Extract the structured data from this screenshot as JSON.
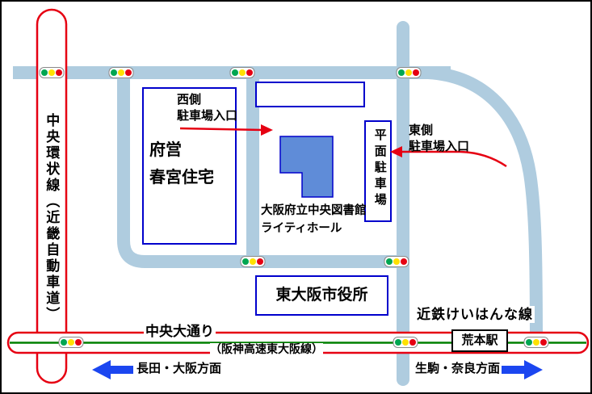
{
  "colors": {
    "road_blue": "#afccdf",
    "route_red": "#e60012",
    "rail_green": "#008000",
    "building_border_blue": "#0000cc",
    "library_fill": "#5f8cd8",
    "direction_arrow_blue": "#1b46f0",
    "signal_green": "#00a651",
    "signal_yellow": "#ffe100",
    "signal_red": "#e60012"
  },
  "roads": {
    "chuo_kanjo_label": "中央環状線（近畿自動車道）",
    "chuo_odori_label": "中央大通り",
    "hanshin_expwy_label": "（阪神高速東大阪線）",
    "kintetsu_line_label": "近鉄けいはんな線"
  },
  "places": {
    "fuei_housing_label": "府営\n春宮住宅",
    "library_label": "大阪府立中央図書館\nライティホール",
    "flat_parking_label": "平面駐車場",
    "city_hall_label": "東大阪市役所",
    "aramoto_station_label": "荒本駅"
  },
  "entrances": {
    "west_parking_label": "西側\n駐車場入口",
    "east_parking_label": "東側\n駐車場入口"
  },
  "directions": {
    "to_nagata_osaka_label": "長田・大阪方面",
    "to_ikoma_nara_label": "生駒・奈良方面"
  }
}
